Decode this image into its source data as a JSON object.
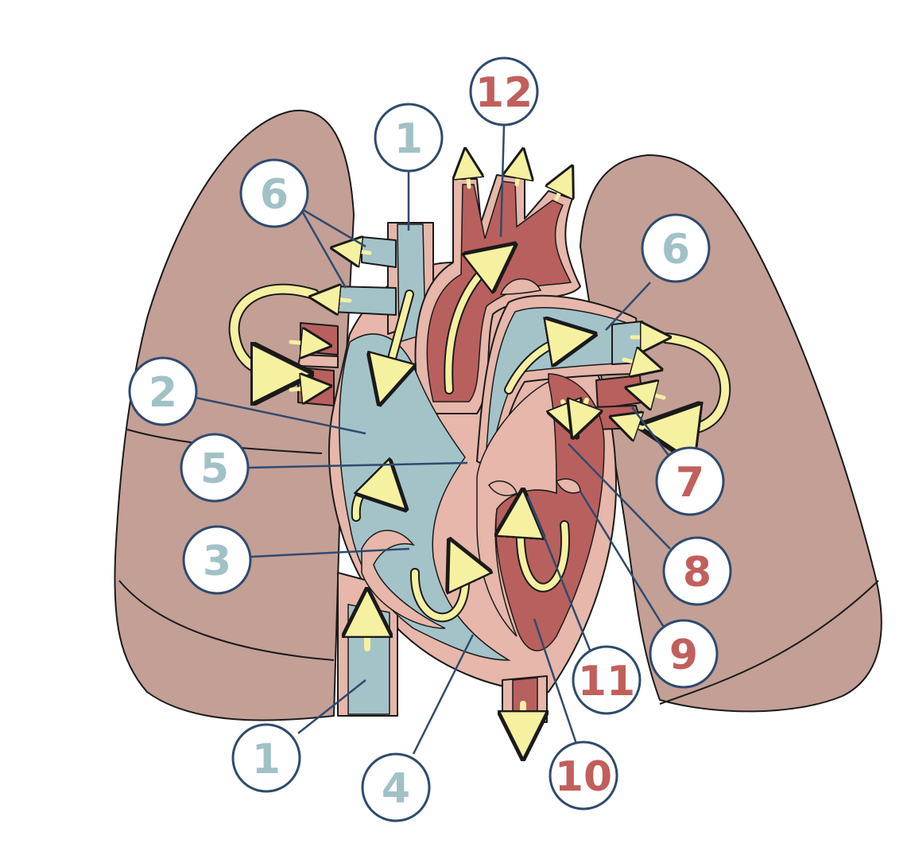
{
  "colors": {
    "lung": "#c39f96",
    "lung_line": "#9d7d75",
    "heart_wall": "#e6b7aa",
    "deoxygenated": "#a3c3c9",
    "oxygenated": "#b8605e",
    "arrow": "#f6f0a1",
    "label_blue": "#a1c1c6",
    "label_red": "#c15f5c",
    "label_ring": "#2f4a6e"
  },
  "labels": [
    {
      "id": "label-1-top",
      "text": "1",
      "tone": "blue"
    },
    {
      "id": "label-1-bottom",
      "text": "1",
      "tone": "blue"
    },
    {
      "id": "label-2",
      "text": "2",
      "tone": "blue"
    },
    {
      "id": "label-3",
      "text": "3",
      "tone": "blue"
    },
    {
      "id": "label-4",
      "text": "4",
      "tone": "blue"
    },
    {
      "id": "label-5",
      "text": "5",
      "tone": "blue"
    },
    {
      "id": "label-6-left",
      "text": "6",
      "tone": "blue"
    },
    {
      "id": "label-6-right",
      "text": "6",
      "tone": "blue"
    },
    {
      "id": "label-7",
      "text": "7",
      "tone": "red"
    },
    {
      "id": "label-8",
      "text": "8",
      "tone": "red"
    },
    {
      "id": "label-9",
      "text": "9",
      "tone": "red"
    },
    {
      "id": "label-10",
      "text": "10",
      "tone": "red"
    },
    {
      "id": "label-11",
      "text": "11",
      "tone": "red"
    },
    {
      "id": "label-12",
      "text": "12",
      "tone": "red"
    }
  ]
}
